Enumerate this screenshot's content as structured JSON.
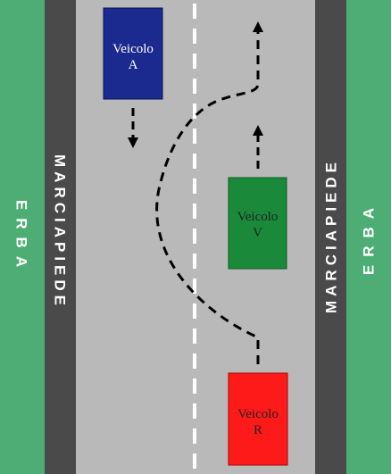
{
  "labels": {
    "grass_left": "ERBA",
    "grass_right": "ERBA",
    "sidewalk_left": "MARCIAPIEDE",
    "sidewalk_right": "MARCIAPIEDE"
  },
  "vehicles": [
    {
      "id": "A",
      "line1": "Veicolo",
      "line2": "A",
      "color": "#1a2a8f",
      "text_color": "#ffffff"
    },
    {
      "id": "V",
      "line1": "Veicolo",
      "line2": "V",
      "color": "#1a8a3a",
      "text_color": "#222222"
    },
    {
      "id": "R",
      "line1": "Veicolo",
      "line2": "R",
      "color": "#ff1a1a",
      "text_color": "#222222"
    }
  ],
  "colors": {
    "grass": "#4ead74",
    "sidewalk": "#4a4a4a",
    "road": "#b9b9b9",
    "center_line": "#ffffff",
    "path": "#000000"
  }
}
